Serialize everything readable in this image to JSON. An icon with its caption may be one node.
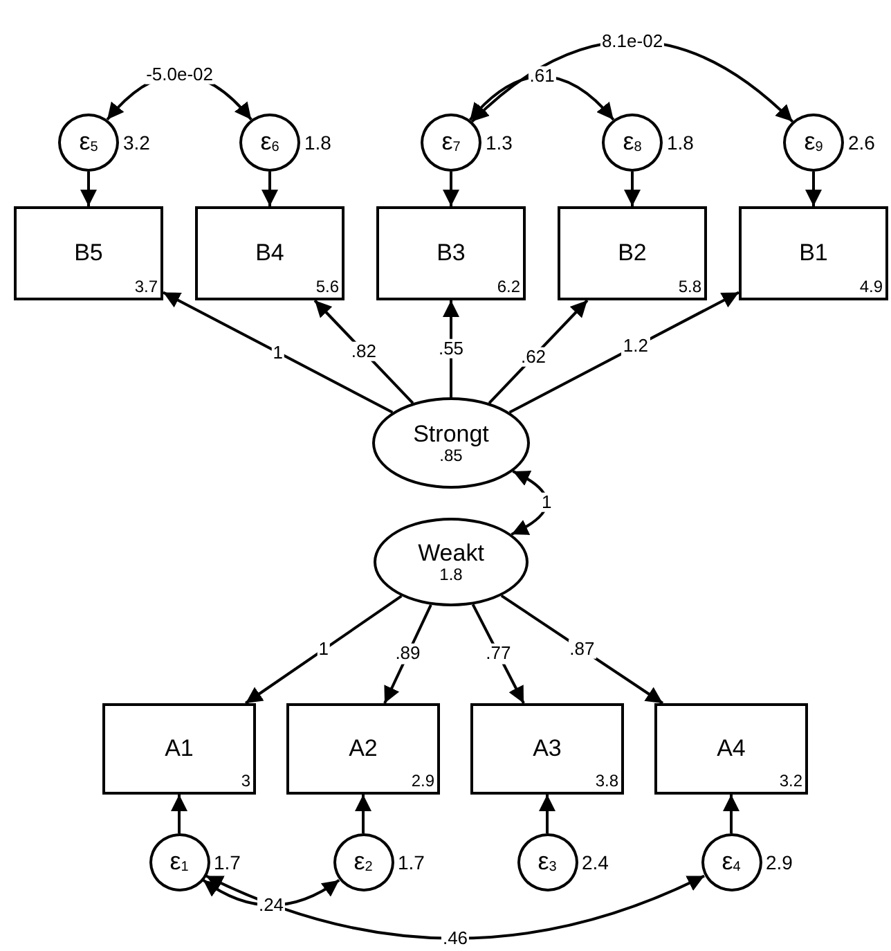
{
  "diagram": {
    "nodes": [
      {
        "text": [
          "ε$_{5}$"
        ],
        "beside": [
          "3.2"
        ]
      },
      {
        "text": [
          "ε$_{6}$"
        ],
        "beside": [
          "1.8"
        ]
      },
      {
        "text": [
          "ε$_{7}$"
        ],
        "beside": [
          "1.3"
        ]
      },
      {
        "text": [
          "ε$_{8}$"
        ],
        "beside": [
          "1.8"
        ]
      },
      {
        "text": [
          "ε$_{9}$"
        ],
        "beside": [
          "2.6"
        ]
      },
      {
        "text": [
          "B5",
          "3.7"
        ]
      },
      {
        "text": [
          "B4",
          "5.6"
        ]
      },
      {
        "text": [
          "B3",
          "6.2"
        ]
      },
      {
        "text": [
          "B2",
          "5.8"
        ]
      },
      {
        "text": [
          "B1",
          "4.9"
        ]
      },
      {
        "text": [
          "Strongt",
          ".85"
        ]
      },
      {
        "text": [
          "Weakt",
          "1.8"
        ]
      },
      {
        "text": [
          "A1",
          "3"
        ]
      },
      {
        "text": [
          "A2",
          "2.9"
        ]
      },
      {
        "text": [
          "A3",
          "3.8"
        ]
      },
      {
        "text": [
          "A4",
          "3.2"
        ]
      },
      {
        "text": [
          "ε$_{1}$"
        ],
        "beside": [
          "1.7"
        ]
      },
      {
        "text": [
          "ε$_{2}$"
        ],
        "beside": [
          "1.7"
        ]
      },
      {
        "text": [
          "ε$_{3}$"
        ],
        "beside": [
          "2.4"
        ]
      },
      {
        "text": [
          "ε$_{4}$"
        ],
        "beside": [
          "2.9"
        ]
      }
    ],
    "edges": [
      {
        "from": 0,
        "to": 1,
        "arrow": "both",
        "label": "-5.0e-02"
      },
      {
        "from": 2,
        "to": 3,
        "arrow": "both",
        "label": ".61"
      },
      {
        "from": 2,
        "to": 4,
        "arrow": "both",
        "label": "8.1e-02"
      },
      {
        "from": 0,
        "to": 5,
        "arrow": "to"
      },
      {
        "from": 1,
        "to": 6,
        "arrow": "to"
      },
      {
        "from": 2,
        "to": 7,
        "arrow": "to"
      },
      {
        "from": 3,
        "to": 8,
        "arrow": "to"
      },
      {
        "from": 4,
        "to": 9,
        "arrow": "to"
      },
      {
        "from": 10,
        "to": 5,
        "arrow": "to",
        "label": "1"
      },
      {
        "from": 10,
        "to": 6,
        "arrow": "to",
        "label": ".82"
      },
      {
        "from": 10,
        "to": 7,
        "arrow": "to",
        "label": ".55"
      },
      {
        "from": 10,
        "to": 8,
        "arrow": "to",
        "label": ".62"
      },
      {
        "from": 10,
        "to": 9,
        "arrow": "to",
        "label": "1.2"
      },
      {
        "from": 10,
        "to": 11,
        "arrow": "both",
        "label": "1"
      },
      {
        "from": 11,
        "to": 12,
        "arrow": "to",
        "label": "1"
      },
      {
        "from": 11,
        "to": 13,
        "arrow": "to",
        "label": ".89"
      },
      {
        "from": 11,
        "to": 14,
        "arrow": "to",
        "label": ".77"
      },
      {
        "from": 11,
        "to": 15,
        "arrow": "to",
        "label": ".87"
      },
      {
        "from": 16,
        "to": 12,
        "arrow": "to"
      },
      {
        "from": 17,
        "to": 13,
        "arrow": "to"
      },
      {
        "from": 18,
        "to": 14,
        "arrow": "to"
      },
      {
        "from": 19,
        "to": 15,
        "arrow": "to"
      },
      {
        "from": 16,
        "to": 17,
        "arrow": "both",
        "label": ".24"
      },
      {
        "from": 16,
        "to": 19,
        "arrow": "both",
        "label": ".46"
      }
    ]
  }
}
